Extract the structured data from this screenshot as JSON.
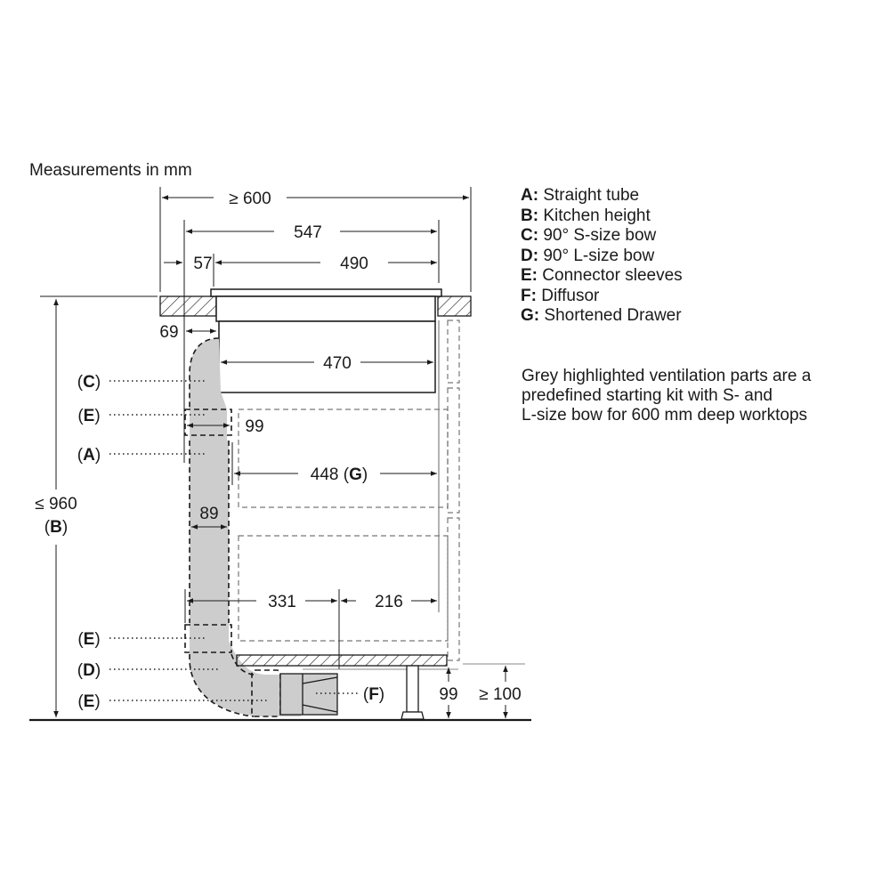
{
  "title": "Measurements in mm",
  "legend": [
    {
      "key": "A:",
      "label": "Straight tube"
    },
    {
      "key": "B:",
      "label": "Kitchen height"
    },
    {
      "key": "C:",
      "label": "90° S-size bow"
    },
    {
      "key": "D:",
      "label": "90° L-size bow"
    },
    {
      "key": "E:",
      "label": "Connector sleeves"
    },
    {
      "key": "F:",
      "label": "Diffusor"
    },
    {
      "key": "G:",
      "label": "Shortened Drawer"
    }
  ],
  "note": {
    "line1": "Grey highlighted ventilation parts are a",
    "line2": "predefined starting kit with S- and",
    "line3": "L-size bow for 600 mm deep worktops"
  },
  "dimensions": {
    "worktop_depth": "≥ 600",
    "hob_depth": "547",
    "offset_front": "57",
    "hob_body": "490",
    "offset_69": "69",
    "cooktop_inner": "470",
    "sleeve_width": "99",
    "drawer": "448",
    "drawer_key": "G",
    "tube_width": "89",
    "dist_331": "331",
    "dist_216": "216",
    "kitchen_height": "≤ 960",
    "kitchen_height_key": "B",
    "plinth_99": "99",
    "plinth_min": "≥ 100"
  },
  "callouts": {
    "c": "C",
    "e1": "E",
    "a": "A",
    "e2": "E",
    "d": "D",
    "e3": "E",
    "f": "F"
  },
  "colors": {
    "grey_part": "#cdcdcd",
    "line": "#1a1a1a",
    "dash": "#777777"
  }
}
